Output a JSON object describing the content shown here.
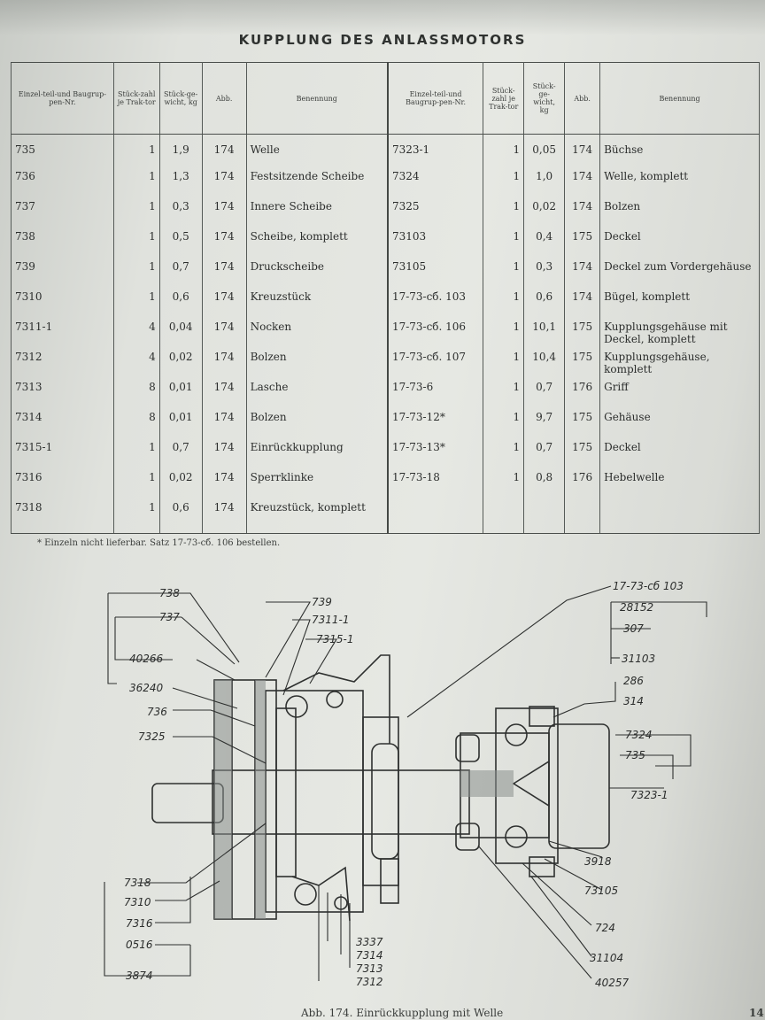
{
  "title": "KUPPLUNG DES ANLASSMOTORS",
  "headers": {
    "part": "Einzel-teil-und Baugrup-pen-Nr.",
    "qty": "Stück-zahl je Trak-tor",
    "weight": "Stück-ge-wicht, kg",
    "fig": "Abb.",
    "name": "Benennung"
  },
  "rows_left": [
    {
      "part": "735",
      "qty": "1",
      "weight": "1,9",
      "fig": "174",
      "name": "Welle"
    },
    {
      "part": "736",
      "qty": "1",
      "weight": "1,3",
      "fig": "174",
      "name": "Festsitzende Scheibe"
    },
    {
      "part": "737",
      "qty": "1",
      "weight": "0,3",
      "fig": "174",
      "name": "Innere Scheibe"
    },
    {
      "part": "738",
      "qty": "1",
      "weight": "0,5",
      "fig": "174",
      "name": "Scheibe, komplett"
    },
    {
      "part": "739",
      "qty": "1",
      "weight": "0,7",
      "fig": "174",
      "name": "Druckscheibe"
    },
    {
      "part": "7310",
      "qty": "1",
      "weight": "0,6",
      "fig": "174",
      "name": "Kreuzstück"
    },
    {
      "part": "7311-1",
      "qty": "4",
      "weight": "0,04",
      "fig": "174",
      "name": "Nocken"
    },
    {
      "part": "7312",
      "qty": "4",
      "weight": "0,02",
      "fig": "174",
      "name": "Bolzen"
    },
    {
      "part": "7313",
      "qty": "8",
      "weight": "0,01",
      "fig": "174",
      "name": "Lasche"
    },
    {
      "part": "7314",
      "qty": "8",
      "weight": "0,01",
      "fig": "174",
      "name": "Bolzen"
    },
    {
      "part": "7315-1",
      "qty": "1",
      "weight": "0,7",
      "fig": "174",
      "name": "Einrückkupplung"
    },
    {
      "part": "7316",
      "qty": "1",
      "weight": "0,02",
      "fig": "174",
      "name": "Sperrklinke"
    },
    {
      "part": "7318",
      "qty": "1",
      "weight": "0,6",
      "fig": "174",
      "name": "Kreuzstück, komplett"
    }
  ],
  "rows_right": [
    {
      "part": "7323-1",
      "qty": "1",
      "weight": "0,05",
      "fig": "174",
      "name": "Büchse"
    },
    {
      "part": "7324",
      "qty": "1",
      "weight": "1,0",
      "fig": "174",
      "name": "Welle, komplett"
    },
    {
      "part": "7325",
      "qty": "1",
      "weight": "0,02",
      "fig": "174",
      "name": "Bolzen"
    },
    {
      "part": "73103",
      "qty": "1",
      "weight": "0,4",
      "fig": "175",
      "name": "Deckel"
    },
    {
      "part": "73105",
      "qty": "1",
      "weight": "0,3",
      "fig": "174",
      "name": "Deckel zum Vordergehäuse"
    },
    {
      "part": "17-73-сб. 103",
      "qty": "1",
      "weight": "0,6",
      "fig": "174",
      "name": "Bügel, komplett"
    },
    {
      "part": "17-73-сб. 106",
      "qty": "1",
      "weight": "10,1",
      "fig": "175",
      "name": "Kupplungsgehäuse mit Deckel, komplett"
    },
    {
      "part": "17-73-сб. 107",
      "qty": "1",
      "weight": "10,4",
      "fig": "175",
      "name": "Kupplungsgehäuse, komplett"
    },
    {
      "part": "17-73-6",
      "qty": "1",
      "weight": "0,7",
      "fig": "176",
      "name": "Griff"
    },
    {
      "part": "17-73-12*",
      "qty": "1",
      "weight": "9,7",
      "fig": "175",
      "name": "Gehäuse"
    },
    {
      "part": "17-73-13*",
      "qty": "1",
      "weight": "0,7",
      "fig": "175",
      "name": "Deckel"
    },
    {
      "part": "17-73-18",
      "qty": "1",
      "weight": "0,8",
      "fig": "176",
      "name": "Hebelwelle"
    },
    {
      "part": "",
      "qty": "",
      "weight": "",
      "fig": "",
      "name": ""
    }
  ],
  "footnote": "* Einzeln nicht lieferbar. Satz 17-73-сб. 106 bestellen.",
  "diagram_labels": {
    "l738": "738",
    "l737": "737",
    "l40266": "40266",
    "l36240": "36240",
    "l736": "736",
    "l7325": "7325",
    "l7318": "7318",
    "l7310": "7310",
    "l7316": "7316",
    "l0516": "0516",
    "l3874": "3874",
    "l739": "739",
    "l7311": "7311-1",
    "l7315": "7315-1",
    "l3337": "3337",
    "l7314": "7314",
    "l7313": "7313",
    "l7312": "7312",
    "l17cb103": "17-73-сб 103",
    "l28152": "28152",
    "l307": "307",
    "l31103": "31103",
    "l286": "286",
    "l314": "314",
    "l7324": "7324",
    "l735": "735",
    "l7323": "7323-1",
    "l3918": "3918",
    "l73105": "73105",
    "l724": "724",
    "l31104": "31104",
    "l40257": "40257"
  },
  "caption": "Abb. 174. Einrückkupplung mit Welle",
  "page_number": "14"
}
